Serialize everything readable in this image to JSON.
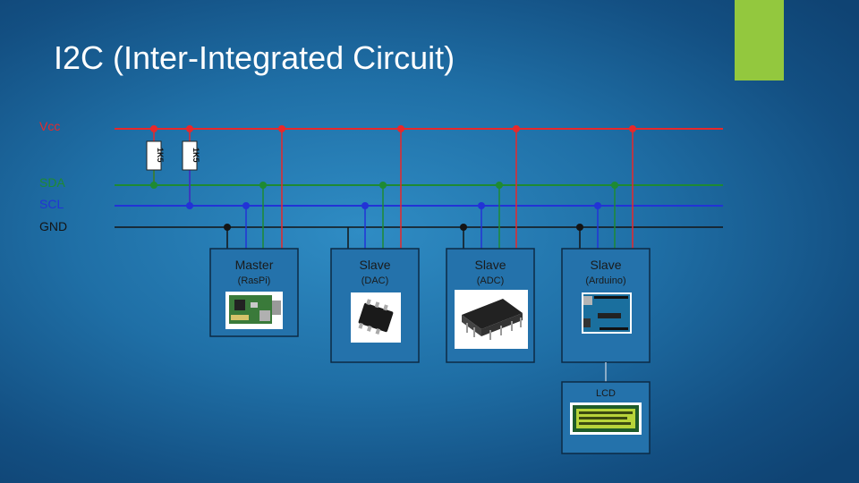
{
  "slide": {
    "title": "I2C (Inter-Integrated Circuit)",
    "colors": {
      "accent": "#93c83e",
      "vcc": "#e8282a",
      "sda": "#1e8a33",
      "scl": "#2233d6",
      "gnd": "#141414"
    }
  },
  "rails": [
    {
      "id": "vcc",
      "label": "Vcc"
    },
    {
      "id": "sda",
      "label": "SDA"
    },
    {
      "id": "scl",
      "label": "SCL"
    },
    {
      "id": "gnd",
      "label": "GND"
    }
  ],
  "resistors": [
    {
      "label": "1K5"
    },
    {
      "label": "1K5"
    }
  ],
  "devices": [
    {
      "id": "master",
      "title": "Master",
      "subtitle": "(RasPi)",
      "icon": "raspberry-pi-board-icon"
    },
    {
      "id": "dac",
      "title": "Slave",
      "subtitle": "(DAC)",
      "icon": "smd-chip-icon"
    },
    {
      "id": "adc",
      "title": "Slave",
      "subtitle": "(ADC)",
      "icon": "dip-chip-icon"
    },
    {
      "id": "arduino",
      "title": "Slave",
      "subtitle": "(Arduino)",
      "icon": "arduino-board-icon"
    }
  ],
  "lcd": {
    "title": "LCD",
    "icon": "lcd-display-icon"
  }
}
